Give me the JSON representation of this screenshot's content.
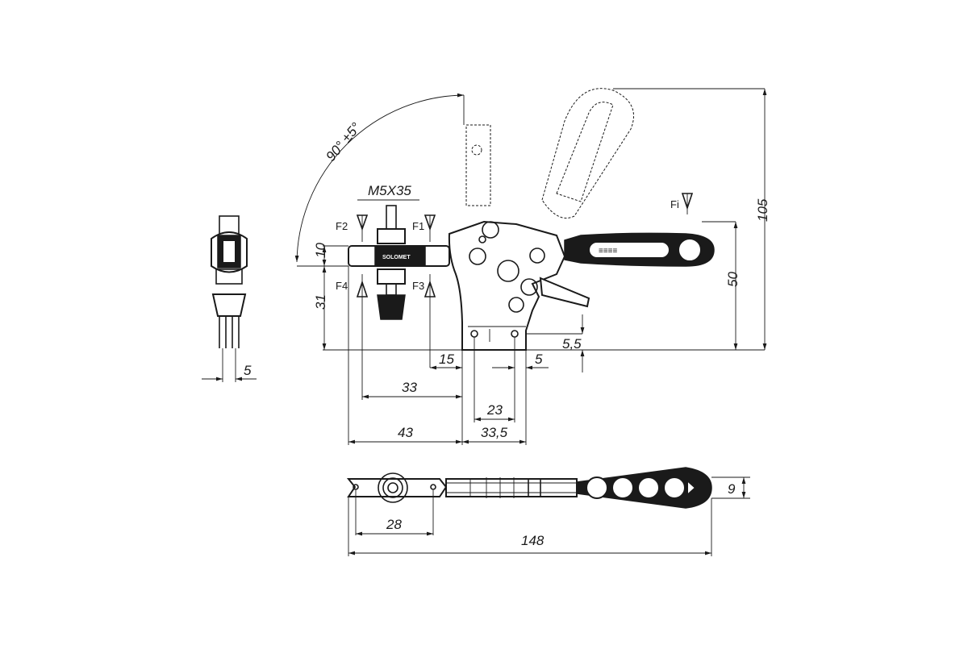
{
  "dimensions": {
    "height_total": "105",
    "height_handle": "50",
    "bolt_thread": "M5X35",
    "spindle_height": "10",
    "base_height": "31",
    "hole_offset": "5,5",
    "hole_spacing": "23",
    "base_width": "33,5",
    "hole_edge": "5",
    "spindle_to_base": "15",
    "spindle_reach": "33",
    "arm_reach": "43",
    "side_width": "5",
    "top_width": "9",
    "top_spindle": "28",
    "overall_length": "148",
    "open_angle": "90° ±5°"
  },
  "forces": {
    "f1": "F1",
    "f2": "F2",
    "f3": "F3",
    "f4": "F4",
    "fi": "Fi"
  },
  "logo_text": "SOLOMET"
}
